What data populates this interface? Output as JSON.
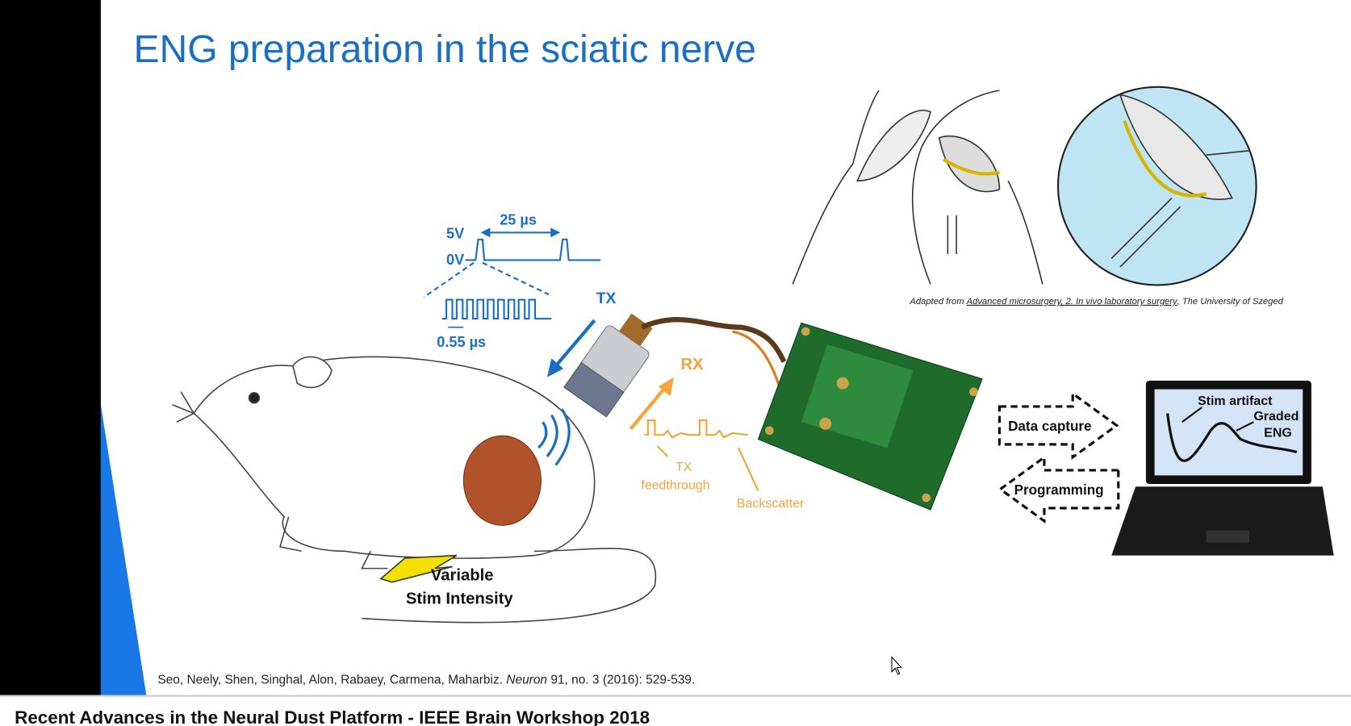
{
  "slide": {
    "title": "ENG preparation in the sciatic nerve",
    "image_credit_prefix": "Adapted from ",
    "image_credit_link": "Advanced microsurgery, 2. In vivo laboratory surgery",
    "image_credit_suffix": ", The University of Szeged",
    "citation_authors": "Seo, Neely, Shen, Singhal, Alon, Rabaey, Carmena, Maharbiz. ",
    "citation_journal": "Neuron",
    "citation_rest": " 91, no. 3 (2016): 529-539.",
    "diagram": {
      "v_high": "5V",
      "v_low": "0V",
      "period": "25 µs",
      "pulse_width": "0.55 µs",
      "tx": "TX",
      "rx": "RX",
      "tx_feed_1": "TX",
      "tx_feed_2": "feedthrough",
      "backscatter": "Backscatter",
      "stim_1": "Variable",
      "stim_2": "Stim Intensity",
      "data_capture": "Data capture",
      "programming": "Programming",
      "stim_artifact": "Stim artifact",
      "graded_1": "Graded",
      "graded_2": "ENG"
    },
    "colors": {
      "title": "#1a6fc4",
      "accent_blue": "#1a78e6",
      "orange": "#f6a33b"
    }
  },
  "video": {
    "caption": "Recent Advances in the Neural Dust Platform - IEEE Brain Workshop 2018"
  }
}
